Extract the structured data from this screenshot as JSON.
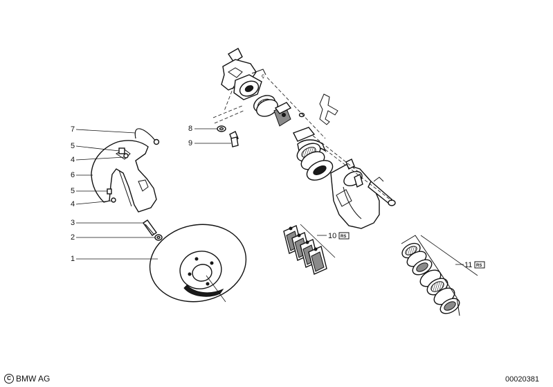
{
  "diagram": {
    "callouts": [
      {
        "id": "c7",
        "text": "7"
      },
      {
        "id": "c5a",
        "text": "5"
      },
      {
        "id": "c4a",
        "text": "4"
      },
      {
        "id": "c6",
        "text": "6"
      },
      {
        "id": "c5b",
        "text": "5"
      },
      {
        "id": "c4b",
        "text": "4"
      },
      {
        "id": "c3",
        "text": "3"
      },
      {
        "id": "c2",
        "text": "2"
      },
      {
        "id": "c1",
        "text": "1"
      },
      {
        "id": "c8",
        "text": "8"
      },
      {
        "id": "c9",
        "text": "9"
      },
      {
        "id": "c10",
        "text": "10"
      },
      {
        "id": "c11",
        "text": "11"
      }
    ],
    "badge_text": "RS"
  },
  "footer": {
    "copyright_symbol": "C",
    "brand": "BMW AG",
    "image_number": "00020381"
  },
  "colors": {
    "ink": "#111111",
    "background": "#ffffff"
  }
}
